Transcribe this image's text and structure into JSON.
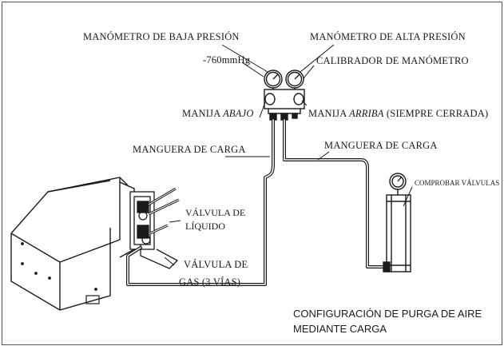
{
  "labels": {
    "low_gauge": "MANÓMETRO DE BAJA PRESIÓN",
    "high_gauge": "MANÓMETRO DE ALTA PRESIÓN",
    "vacuum_reading": "-760mmHg",
    "gauge_calibrator": "CALIBRADOR DE MANÓMETRO",
    "handle_low_prefix": "MANIJA ",
    "handle_low_italic": "ABAJO",
    "handle_high_prefix": "MANIJA ",
    "handle_high_italic": "ARRIBA",
    "handle_high_suffix": " (SIEMPRE CERRADA)",
    "hose_left": "MANGUERA DE CARGA",
    "hose_right": "MANGUERA DE CARGA",
    "check_valves": "COMPROBAR VÁLVULAS",
    "liquid_valve_line1": "VÁLVULA DE",
    "liquid_valve_line2": "LÍQUIDO",
    "gas_valve_line1": "VÁLVULA DE",
    "gas_valve_line2": "GAS (3 VÍAS)",
    "caption_line1": "CONFIGURACIÓN DE PURGA DE AIRE",
    "caption_line2": "MEDIANTE CARGA"
  },
  "colors": {
    "ink": "#1a1a1a",
    "paper": "#ffffff",
    "border": "#555555"
  }
}
